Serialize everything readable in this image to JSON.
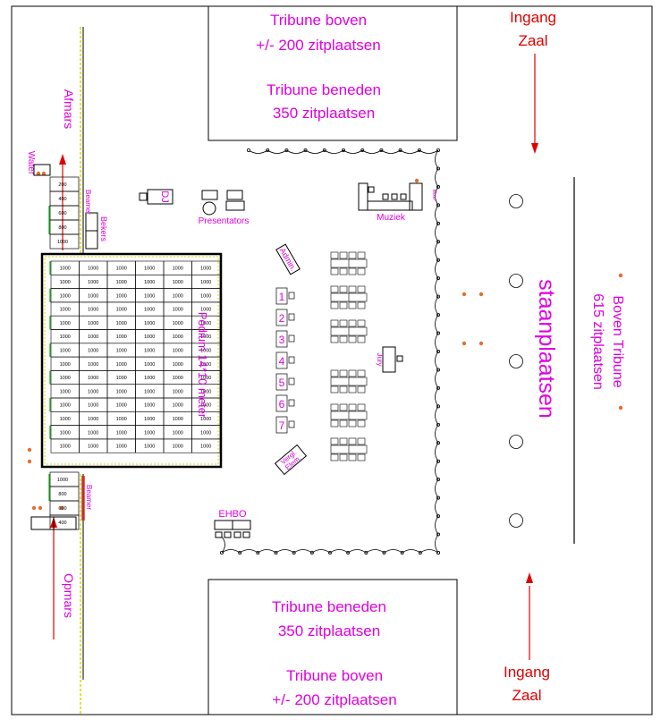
{
  "tribune_top": {
    "line1": "Tribune boven",
    "line2": "+/- 200 zitplaatsen",
    "line3": "Tribune  beneden",
    "line4": "350 zitplaatsen"
  },
  "tribune_bottom": {
    "line1": "Tribune beneden",
    "line2": "350 zitplaatsen",
    "line3": "Tribune boven",
    "line4": "+/- 200 zitplaatsen"
  },
  "entrance_top": {
    "line1": "Ingang",
    "line2": "Zaal"
  },
  "entrance_bottom": {
    "line1": "Ingang",
    "line2": "Zaal"
  },
  "right_tribune": {
    "line1": "Boven Tribune",
    "line2": "615 zitplaatsen"
  },
  "standing": "staanplaatsen",
  "stage": "Podium 14*10 meter",
  "stage_cell": "1000",
  "afmars": "Afmars",
  "opmars": "Opmars",
  "water": "Water",
  "bekers": "Bekers",
  "beamer_top": "Beamer",
  "beamer_bottom": "Beamer",
  "dj": "DJ",
  "presentators": "Presentators",
  "muziek": "Muziek",
  "admin": "Admin.",
  "jury": "Jury",
  "vergl": {
    "line1": "Vergl.",
    "line2": "Elem."
  },
  "ehbo": "EHBO",
  "mixer": "Mixer",
  "judge_numbers": [
    "1",
    "2",
    "3",
    "4",
    "5",
    "6",
    "7"
  ],
  "stairs_top": [
    "200",
    "400",
    "600",
    "800",
    "1000"
  ],
  "stairs_bottom": [
    "1000",
    "800",
    "600",
    "400"
  ],
  "colors": {
    "label": "#e000e0",
    "entrance": "#e00000",
    "rail": "#d8d800",
    "accent_green": "#00b000",
    "dot": "#e07030"
  }
}
